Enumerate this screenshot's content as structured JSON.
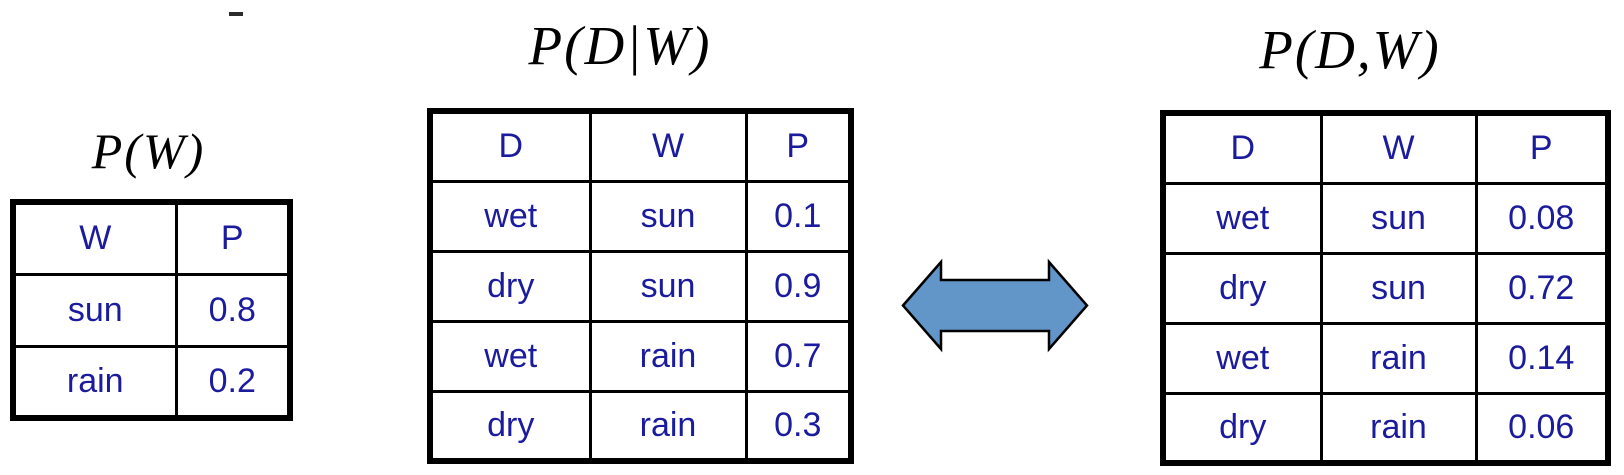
{
  "slide": {
    "background_color": "#ffffff",
    "stray_mark_text": "",
    "colors": {
      "table_text": "#1b1b9d",
      "table_border": "#000000",
      "title_text": "#000000",
      "arrow_fill": "#6296c8",
      "arrow_outline": "#000000"
    },
    "tables": [
      {
        "title": "P(W)",
        "headers": [
          "W",
          "P"
        ],
        "rows": [
          [
            "sun",
            "0.8"
          ],
          [
            "rain",
            "0.2"
          ]
        ]
      },
      {
        "title": "P(D|W)",
        "headers": [
          "D",
          "W",
          "P"
        ],
        "rows": [
          [
            "wet",
            "sun",
            "0.1"
          ],
          [
            "dry",
            "sun",
            "0.9"
          ],
          [
            "wet",
            "rain",
            "0.7"
          ],
          [
            "dry",
            "rain",
            "0.3"
          ]
        ]
      },
      {
        "title": "P(D,W)",
        "headers": [
          "D",
          "W",
          "P"
        ],
        "rows": [
          [
            "wet",
            "sun",
            "0.08"
          ],
          [
            "dry",
            "sun",
            "0.72"
          ],
          [
            "wet",
            "rain",
            "0.14"
          ],
          [
            "dry",
            "rain",
            "0.06"
          ]
        ]
      }
    ],
    "arrow": {
      "kind": "double-headed-horizontal",
      "meaning": "equivalence between conditional and joint tables"
    }
  }
}
